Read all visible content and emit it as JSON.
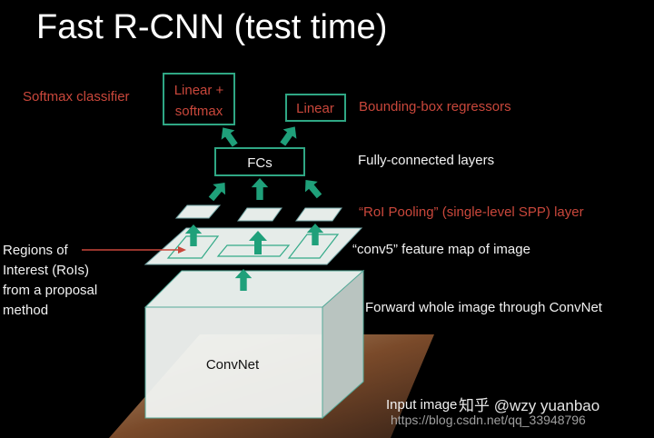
{
  "title": "Fast R-CNN (test time)",
  "labels": {
    "softmax_classifier": "Softmax classifier",
    "linear_softmax_line1": "Linear +",
    "linear_softmax_line2": "softmax",
    "linear": "Linear",
    "bbox_regressors": "Bounding-box  regressors",
    "fcs": "FCs",
    "fully_connected": "Fully-connected layers",
    "roi_pooling": "“RoI Pooling”  (single-level SPP) layer",
    "conv5": "“conv5” feature map of image",
    "rois": [
      "Regions of",
      "Interest (RoIs)",
      "from a proposal",
      "method"
    ],
    "forward": "Forward whole image through ConvNet",
    "convnet": "ConvNet",
    "input_image": "Input image"
  },
  "watermark": {
    "zhihu": "知乎 @wzy yuanbao",
    "csdn": "https://blog.csdn.net/qq_33948796"
  },
  "colors": {
    "accent": "#1fa07a",
    "red": "#c9473b"
  }
}
